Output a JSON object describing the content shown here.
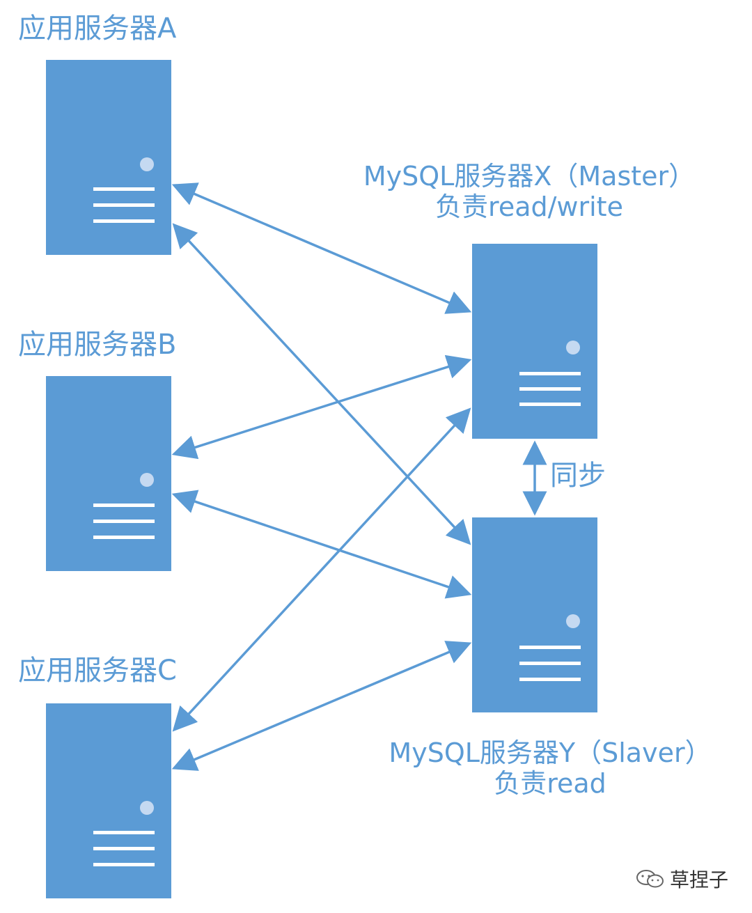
{
  "servers": {
    "app_a": "应用服务器A",
    "app_b": "应用服务器B",
    "app_c": "应用服务器C"
  },
  "mysql_x": {
    "line1": "MySQL服务器X（Master）",
    "line2": "负责read/write"
  },
  "mysql_y": {
    "line1": "MySQL服务器Y（Slaver）",
    "line2": "负责read"
  },
  "sync_label": "同步",
  "watermark": "草捏子",
  "colors": {
    "server_fill": "#5b9bd5",
    "server_dot": "#c5d9f1",
    "arrow": "#5b9bd5",
    "label_text": "#5b9bd5"
  },
  "icons": [
    "server-icon",
    "wechat-icon"
  ]
}
